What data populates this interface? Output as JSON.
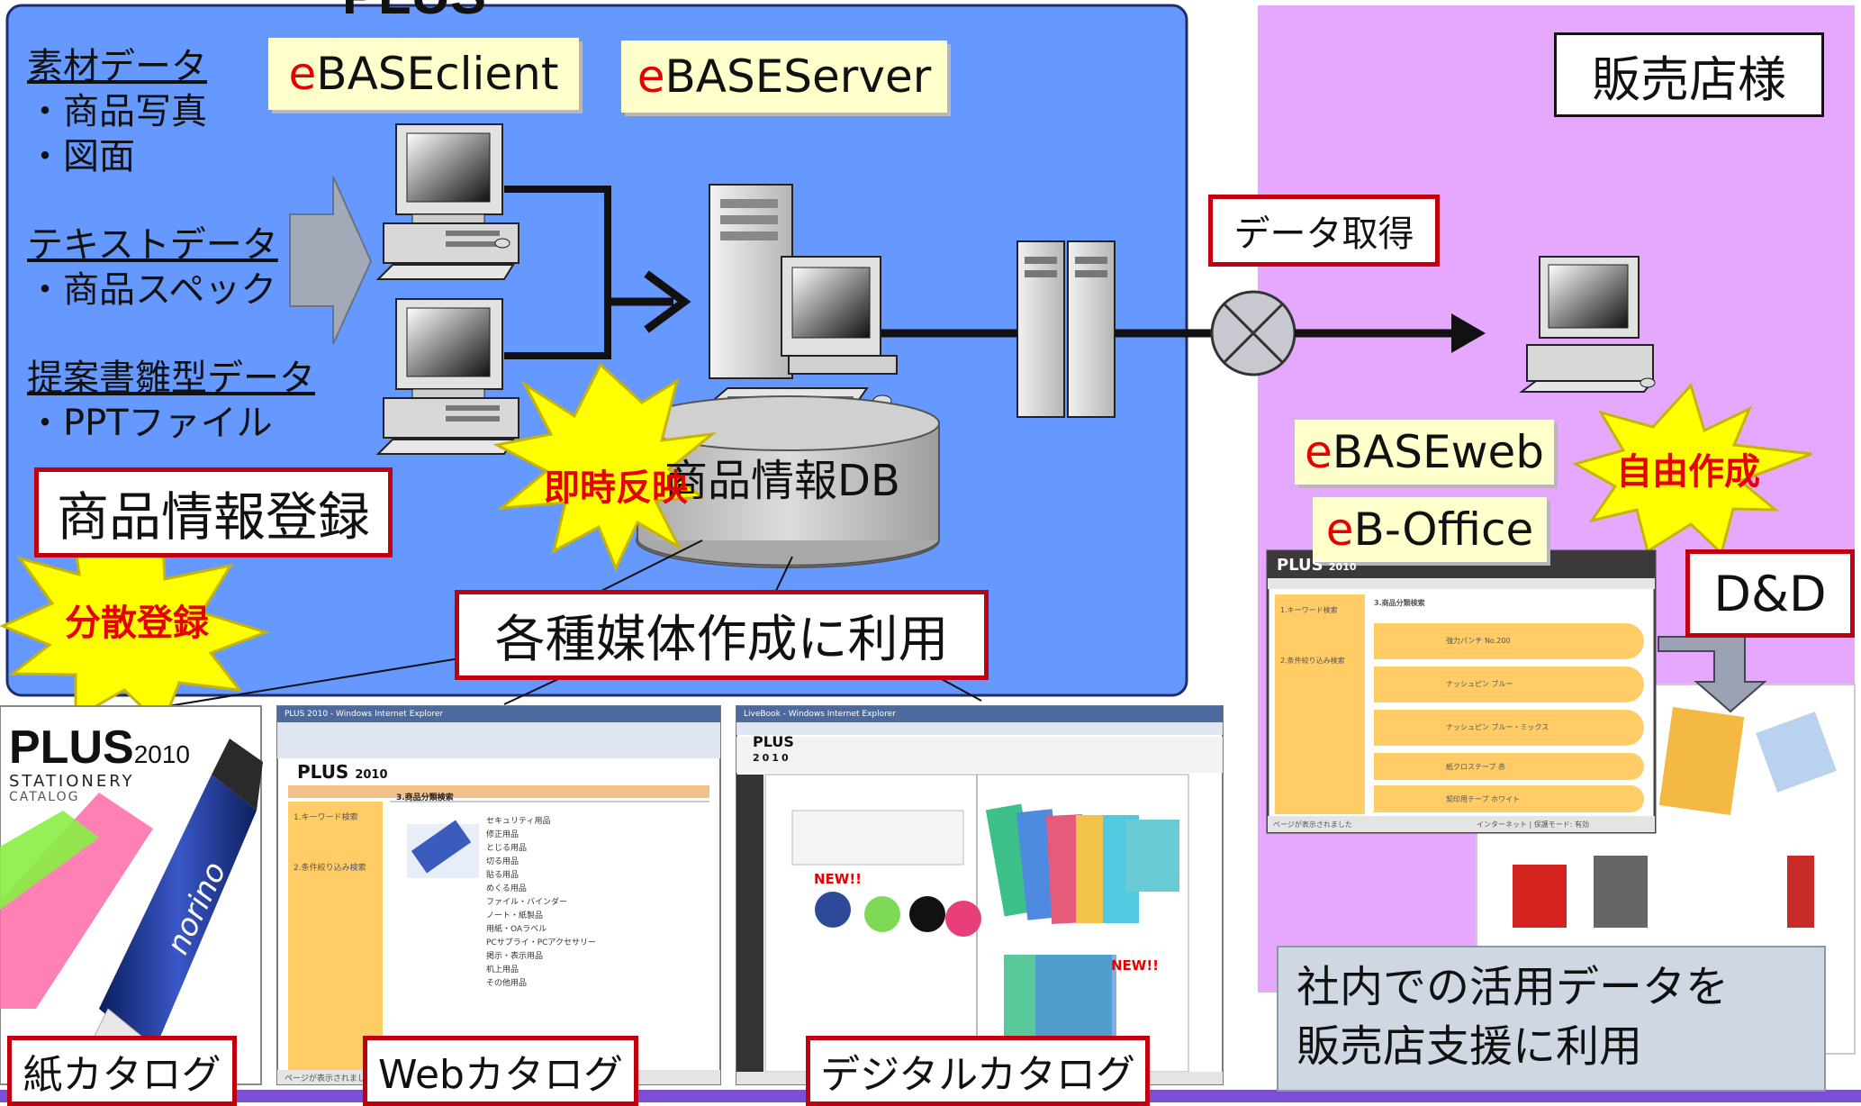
{
  "title_partial": "PLUS",
  "source_data": {
    "heading1": "素材データ",
    "item1a": "・商品写真",
    "item1b": "・図面",
    "heading2": "テキストデータ",
    "item2a": "・商品スペック",
    "heading3": "提案書雛型データ",
    "item3a": "・PPTファイル"
  },
  "software": {
    "client_e": "e",
    "client_rest": "BASEclient",
    "server_e": "e",
    "server_rest": "BASEServer",
    "web_e": "e",
    "web_rest": "BASEweb",
    "office_e": "e",
    "office_rest": "B-Office"
  },
  "labels": {
    "db": "商品情報DB",
    "register": "商品情報登録",
    "instant": "即時反映",
    "distributed": "分散登録",
    "media": "各種媒体作成に利用",
    "store": "販売店様",
    "data_get": "データ取得",
    "free_create": "自由作成",
    "dnd": "D&D",
    "support_line1": "社内での活用データを",
    "support_line2": "販売店支援に利用"
  },
  "catalogs": {
    "paper": "紙カタログ",
    "web": "Webカタログ",
    "digital": "デジタルカタログ"
  },
  "paper_cover": {
    "brand": "PLUS",
    "year": "2010",
    "line1": "STATIONERY",
    "line2": "CATALOG",
    "product": "norino"
  },
  "web_window": {
    "titlebar": "PLUS 2010 - Windows Internet Explorer",
    "logo": "PLUS",
    "year": "2010",
    "search_heading": "1.キーワード検索",
    "filter_heading": "2.条件絞り込み検索",
    "category_heading": "3.商品分類検索",
    "categories": [
      "セキュリティ用品",
      "修正用品",
      "とじる用品",
      "切る用品",
      "貼る用品",
      "めくる用品",
      "ファイル・バインダー",
      "ノート・紙製品",
      "用紙・OAラベル",
      "PCサプライ・PCアクセサリー",
      "掲示・表示用品",
      "机上用品",
      "その他用品"
    ],
    "status": "ページが表示されました"
  },
  "digital_window": {
    "titlebar": "LiveBook - Windows Internet Explorer",
    "logo": "PLUS",
    "year": "2010",
    "new_badge": "NEW!!",
    "new_badge2": "NEW!!"
  },
  "ebweb_window": {
    "logo": "PLUS",
    "year": "2010",
    "search_heading": "1.キーワード検索",
    "filter_heading": "2.条件絞り込み検索",
    "category_heading": "3.商品分類検索",
    "rows": [
      "強力パンチ No.200",
      "ナッシュピン ブルー",
      "ナッシュピン ブルー・ミックス",
      "紙クロステープ 赤",
      "契印用テープ ホワイト"
    ],
    "status_left": "ページが表示されました",
    "status_right": "インターネット | 保護モード: 有効"
  },
  "colors": {
    "blue_panel": "#6699ff",
    "purple_panel": "#e6a8ff",
    "red_border": "#c0000f",
    "burst_yellow": "#ffff00",
    "burst_text": "#e60000",
    "grey_box": "#cfd7e3"
  },
  "icons": [
    "desktop-computer-icon",
    "server-tower-icon",
    "workstation-icon",
    "database-cylinder-icon",
    "cross-circle-icon",
    "starburst-icon"
  ]
}
